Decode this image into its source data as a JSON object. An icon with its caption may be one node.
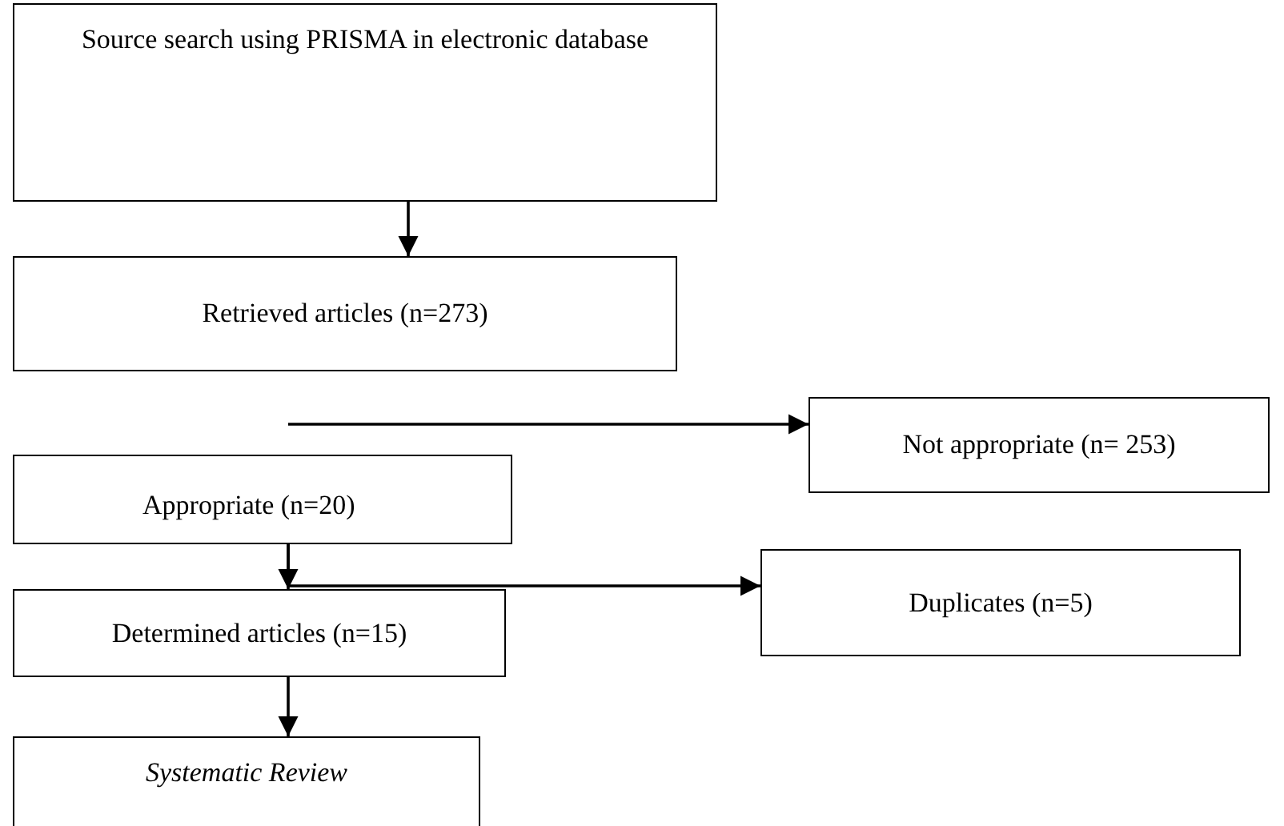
{
  "diagram": {
    "nodes": [
      {
        "text": [
          "Source search using PRISMA in electronic database"
        ]
      },
      {
        "text": [
          "Retrieved articles (n=273)"
        ]
      },
      {
        "text": [
          "Not appropriate  (n= 253)"
        ]
      },
      {
        "text": [
          "Appropriate (n=20)"
        ]
      },
      {
        "text": [
          "Duplicates  (n=5)"
        ]
      },
      {
        "text": [
          "Determined articles (n=15)"
        ]
      },
      {
        "text": [
          "Systematic Review"
        ]
      }
    ],
    "edges": [
      {
        "from": 0,
        "to": 1,
        "arrow": "to"
      },
      {
        "from": null,
        "to": 2,
        "arrow": "to"
      },
      {
        "from": 3,
        "to": 5,
        "arrow": "to"
      },
      {
        "from": 3,
        "to": 4,
        "arrow": "to"
      },
      {
        "from": 5,
        "to": 6,
        "arrow": "to"
      }
    ]
  }
}
